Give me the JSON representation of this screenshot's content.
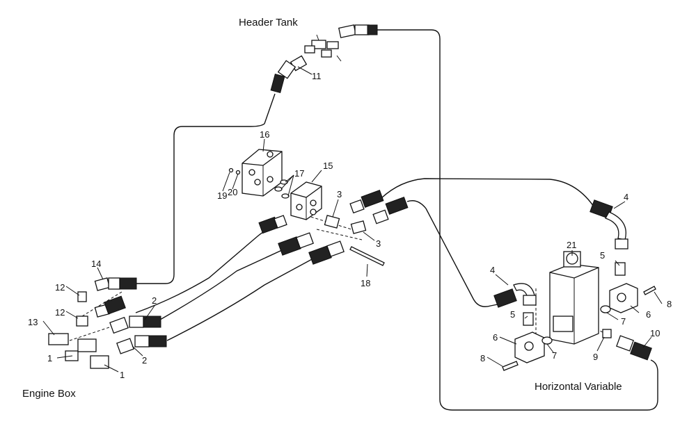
{
  "captions": {
    "header_tank": "Header Tank",
    "engine_box": "Engine Box",
    "horizontal_variable": "Horizontal Variable"
  },
  "callouts": [
    "1",
    "1",
    "2",
    "2",
    "3",
    "3",
    "4",
    "4",
    "5",
    "5",
    "6",
    "6",
    "7",
    "7",
    "8",
    "8",
    "9",
    "10",
    "11",
    "12",
    "12",
    "13",
    "14",
    "15",
    "16",
    "17",
    "18",
    "19",
    "20",
    "21"
  ]
}
